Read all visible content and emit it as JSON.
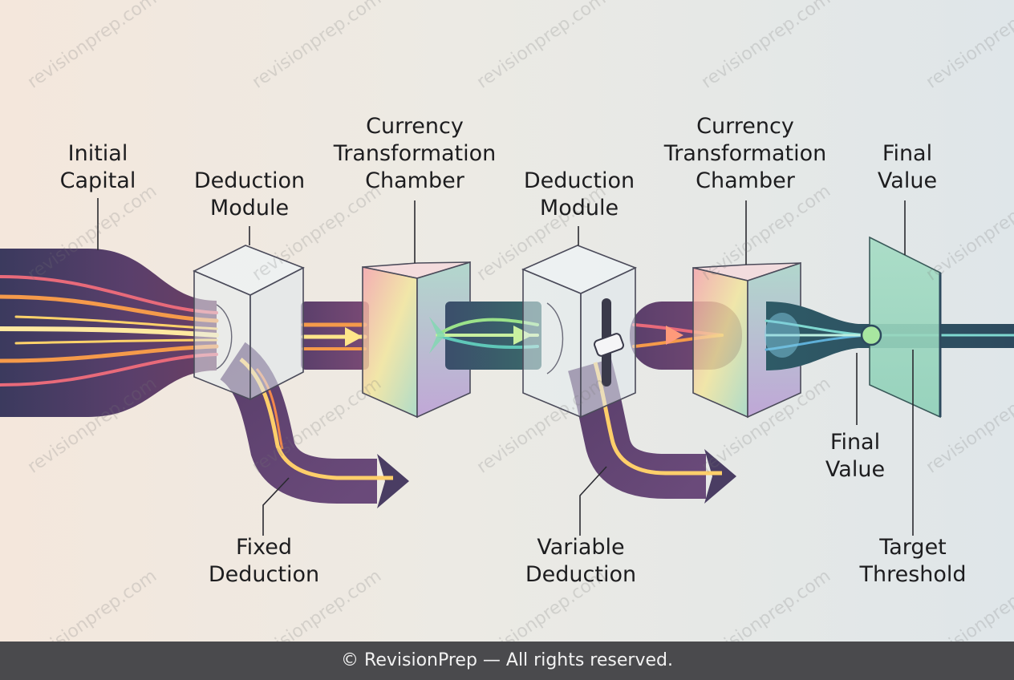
{
  "labels": {
    "initial_capital": [
      "Initial",
      "Capital"
    ],
    "deduction_module_1": [
      "Deduction",
      "Module"
    ],
    "currency_chamber_1": [
      "Currency",
      "Transformation",
      "Chamber"
    ],
    "deduction_module_2": [
      "Deduction",
      "Module"
    ],
    "currency_chamber_2": [
      "Currency",
      "Transformation",
      "Chamber"
    ],
    "final_value_top": [
      "Final",
      "Value"
    ],
    "final_value_bottom": [
      "Final",
      "Value"
    ],
    "fixed_deduction": [
      "Fixed",
      "Deduction"
    ],
    "variable_deduction": [
      "Variable",
      "Deduction"
    ],
    "target_threshold": [
      "Target",
      "Threshold"
    ]
  },
  "watermark": "revisionprep.com",
  "footer": "© RevisionPrep — All rights reserved.",
  "colors": {
    "pipe_dark": "#3b3a5e",
    "flow_orange": "#f59a4a",
    "flow_yellow": "#ffe58a",
    "flow_pink": "#e86a7a",
    "flow_teal": "#5fc7b8",
    "flow_green": "#9be28a",
    "glass_edge": "#4b4b5a"
  }
}
